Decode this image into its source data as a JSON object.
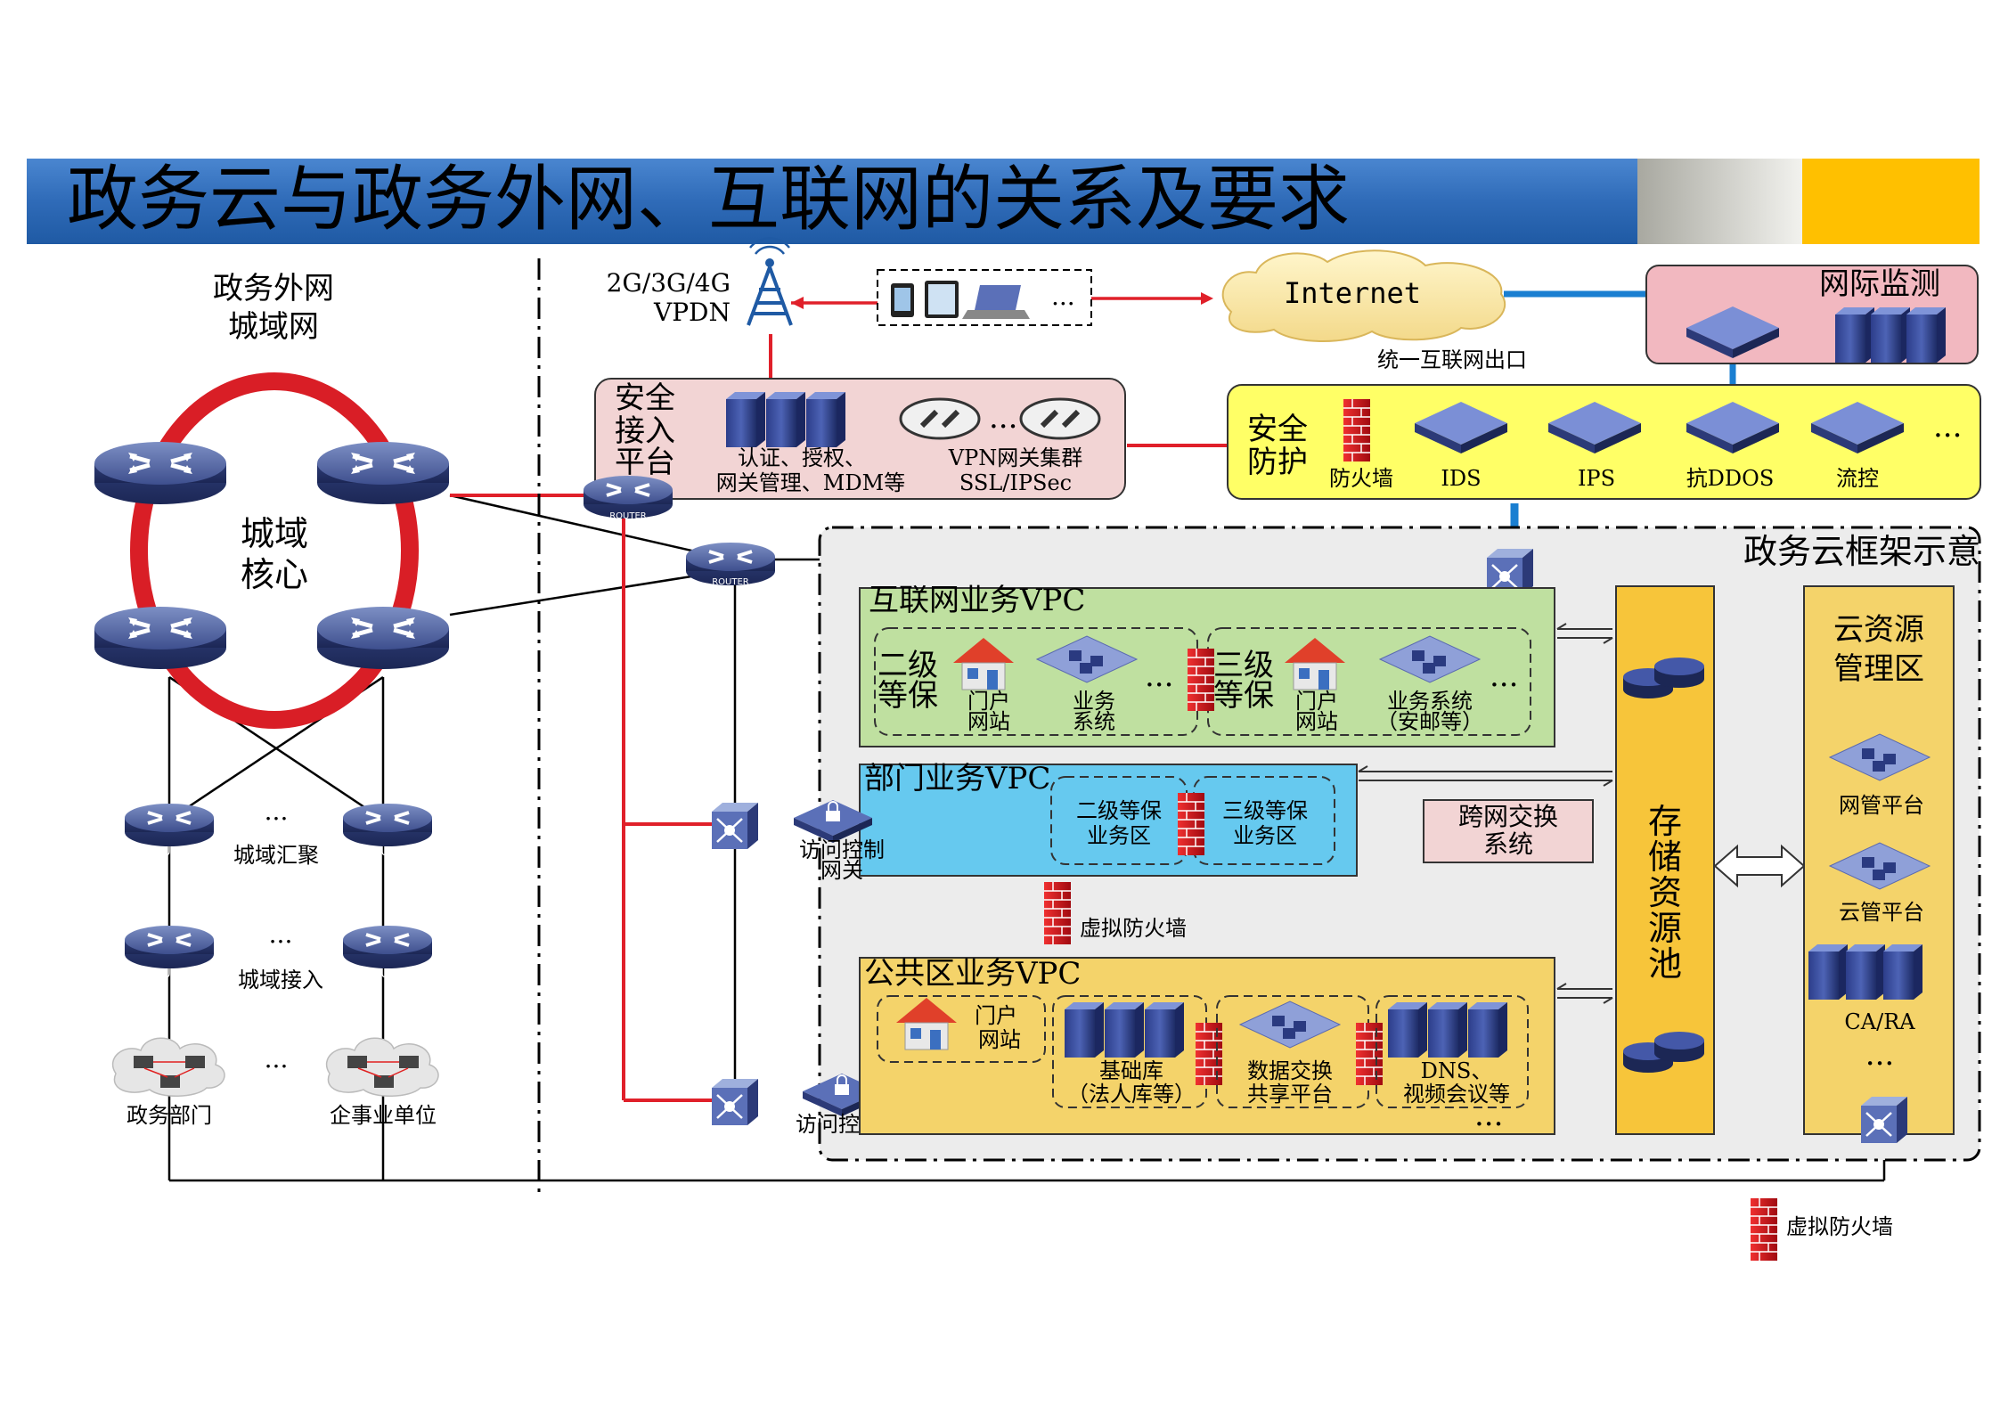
{
  "title": "政务云与政务外网、互联网的关系及要求",
  "colors": {
    "title_bar": "#2f6bb8",
    "safety_yellow": "#ffff66",
    "access_pink": "#f2d4d4",
    "monitor_pink": "#f2b8c0",
    "vpc_green": "#bfe0a0",
    "vpc_blue": "#66c9ef",
    "vpc_orange": "#f4d36a",
    "pool_orange": "#f7c53a",
    "red_line": "#e0202a",
    "blue_line": "#1a7fd1"
  },
  "left": {
    "title_line1": "政务外网",
    "title_line2": "城域网",
    "core_line1": "城域",
    "core_line2": "核心",
    "aggregation": "城域汇聚",
    "access": "城域接入",
    "dept": "政务部门",
    "enterprise": "企事业单位",
    "dots": "..."
  },
  "top": {
    "vpdn_line1": "2G/3G/4G",
    "vpdn_line2": "VPDN",
    "internet": "Internet",
    "unified_exit": "统一互联网出口",
    "dots": "..."
  },
  "access_platform": {
    "title_line1": "安全",
    "title_line2": "接入",
    "title_line3": "平台",
    "servers_line1": "认证、授权、",
    "servers_line2": "网关管理、MDM等",
    "vpn_line1": "VPN网关集群",
    "vpn_line2": "SSL/IPSec",
    "dots": "..."
  },
  "monitor": {
    "title": "网际监测"
  },
  "security": {
    "title_line1": "安全",
    "title_line2": "防护",
    "items": [
      "防火墙",
      "IDS",
      "IPS",
      "抗DDOS",
      "流控"
    ],
    "dots": "..."
  },
  "cloud": {
    "title": "政务云框架示意",
    "internet_vpc": {
      "title": "互联网业务VPC",
      "level2_line1": "二级",
      "level2_line2": "等保",
      "level3_line1": "三级",
      "level3_line2": "等保",
      "portal_line1": "门户",
      "portal_line2": "网站",
      "biz_line1": "业务",
      "biz_line2": "系统",
      "biz3_line1": "业务系统",
      "biz3_line2": "（安邮等）",
      "dots": "..."
    },
    "dept_vpc": {
      "title": "部门业务VPC",
      "zone2_line1": "二级等保",
      "zone2_line2": "业务区",
      "zone3_line1": "三级等保",
      "zone3_line2": "业务区"
    },
    "cross_exchange_line1": "跨网交换",
    "cross_exchange_line2": "系统",
    "access_gateway_a_line1": "访问控制",
    "access_gateway_a_line2": "网关",
    "access_gateway_b": "访问控制网关",
    "virtual_fw": "虚拟防火墙",
    "public_vpc": {
      "title": "公共区业务VPC",
      "portal_line1": "门户",
      "portal_line2": "网站",
      "base_line1": "基础库",
      "base_line2": "（法人库等）",
      "exchange_line1": "数据交换",
      "exchange_line2": "共享平台",
      "dns_line1": "DNS、",
      "dns_line2": "视频会议等",
      "dots": "..."
    },
    "storage": [
      "存",
      "储",
      "资",
      "源",
      "池"
    ],
    "resource": {
      "title_line1": "云资源",
      "title_line2": "管理区",
      "network_mgmt": "网管平台",
      "cloud_mgmt": "云管平台",
      "ca": "CA/RA",
      "dots": "..."
    }
  },
  "legend": {
    "virtual_fw": "虚拟防火墙"
  },
  "icons": {
    "router": "ROUTER"
  }
}
